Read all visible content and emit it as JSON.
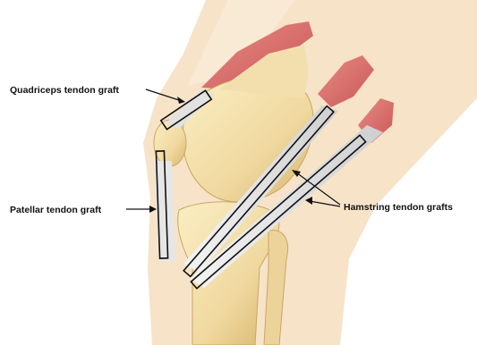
{
  "labels": {
    "quadriceps": "Quadriceps tendon graft",
    "patellar": "Patellar tendon graft",
    "hamstring": "Hamstring tendon grafts"
  },
  "colors": {
    "bone": "#f0d9a0",
    "bone_shadow": "#d9b870",
    "skin": "#f7e3c8",
    "muscle": "#d96a6a",
    "tendon": "#e6e6e6",
    "outline": "#111111"
  }
}
